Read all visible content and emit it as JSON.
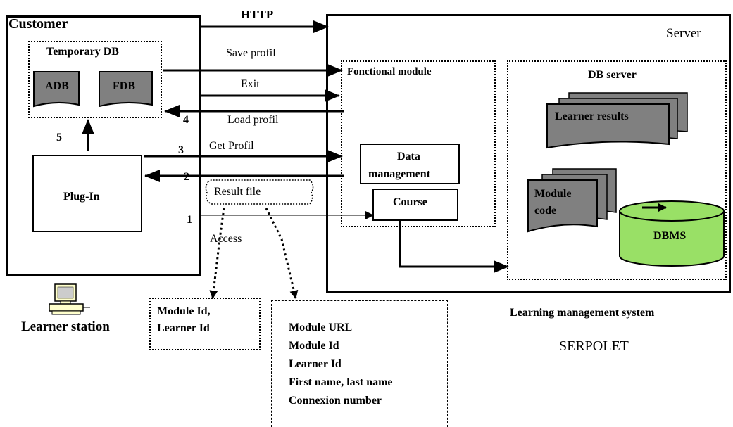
{
  "customer": {
    "title": "Customer",
    "temp_db": {
      "title": "Temporary DB",
      "adb": "ADB",
      "fdb": "FDB"
    },
    "plugin": "Plug-In",
    "arrow_up_number": "5"
  },
  "learner_station": "Learner station",
  "server": {
    "title": "Server",
    "functional_module": {
      "title": "Fonctional module",
      "data_management": [
        "Data",
        "management"
      ],
      "course": "Course"
    },
    "db_server": {
      "title": "DB server",
      "learner_results": "Learner results",
      "module_code": [
        "Module",
        "code"
      ],
      "dbms": "DBMS"
    }
  },
  "flows": {
    "http": "HTTP",
    "save_profil": "Save profil",
    "exit": "Exit",
    "load_profil": "Load profil",
    "get_profil": "Get Profil",
    "result_file": "Result file",
    "access": "Access",
    "n1": "1",
    "n2": "2",
    "n3": "3",
    "n4": "4"
  },
  "access_box": [
    "Module Id,",
    "Learner Id"
  ],
  "result_box": [
    "Module URL",
    "Module Id",
    "Learner Id",
    "First name, last name",
    "Connexion number"
  ],
  "lms": {
    "title": "Learning management system",
    "name": "SERPOLET"
  },
  "colors": {
    "doc_gray": "#808080",
    "dbms_green": "#99e066",
    "stroke": "#000000"
  }
}
